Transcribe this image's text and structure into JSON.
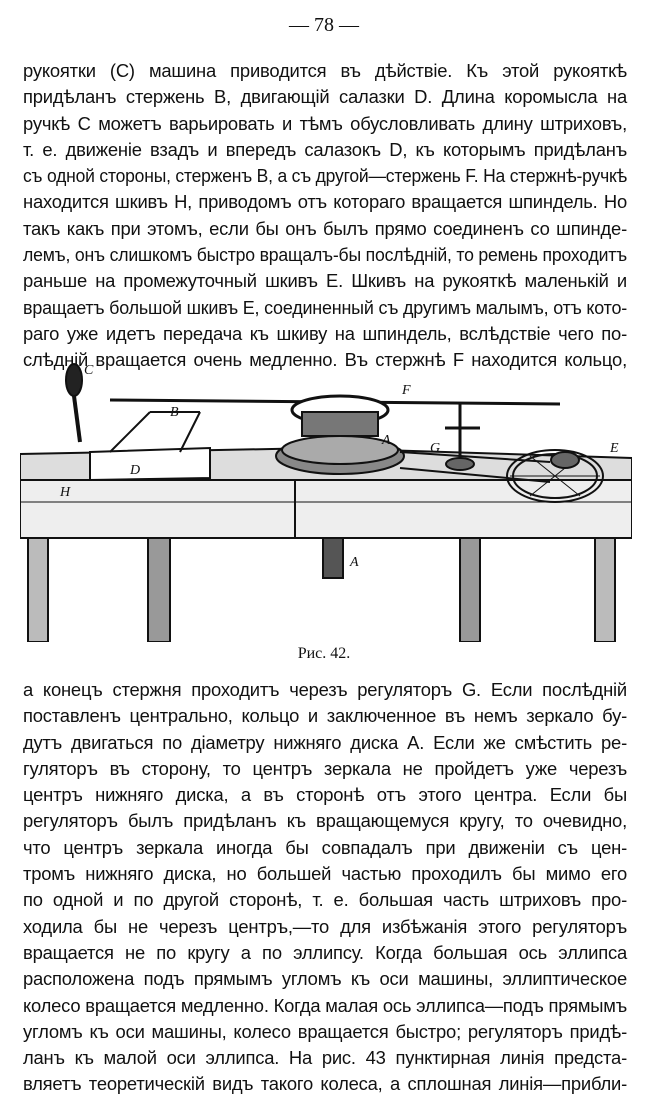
{
  "page_number": "— 78 —",
  "paragraph_1": [
    "рукоятки (С) машина приводится въ дѣйствіе. Къ этой рукояткѣ",
    "придѣланъ стержень В, двигающій салазки D. Длина коромысла на",
    "ручкѣ С можетъ варьировать и тѣмъ обусловливать длину штриховъ,",
    "т. е. движеніе взадъ и впередъ салазокъ D, къ которымъ придѣланъ",
    "съ одной стороны, стерженъ В, а съ другой—стержень F. На стержнѣ-ручкѣ",
    "находится шкивъ Н, приводомъ отъ котораго вращается шпиндель. Но",
    "такъ какъ при этомъ, если бы онъ былъ прямо соединенъ со шпинде-",
    "лемъ, онъ слишкомъ быстро вращалъ-бы послѣдній, то ремень проходитъ",
    "раньше на промежуточный шкивъ Е. Шкивъ на рукояткѣ маленькій и",
    "вращаетъ большой шкивъ Е, соединенный съ другимъ малымъ, отъ кото-",
    "раго уже идетъ передача къ шкиву на шпиндель, вслѣдствіе чего по-",
    "слѣдній вращается очень медленно. Въ стержнѣ F находится кольцо,"
  ],
  "figure": {
    "caption": "Рис. 42.",
    "labels": [
      "C",
      "B",
      "D",
      "H",
      "F",
      "A",
      "G",
      "E",
      "A"
    ]
  },
  "paragraph_2": [
    "а конецъ стержня проходитъ черезъ регуляторъ G. Если послѣдній",
    "поставленъ центрально, кольцо и заключенное въ немъ зеркало бу-",
    "дутъ двигаться по діаметру нижняго диска А. Если же смѣстить ре-",
    "гуляторъ въ сторону, то центръ зеркала не пройдетъ уже черезъ",
    "центръ нижняго диска, а въ сторонѣ отъ этого центра. Если бы",
    "регуляторъ былъ придѣланъ къ вращающемуся кругу, то очевидно,",
    "что центръ зеркала иногда бы совпадалъ при движеніи съ цен-",
    "тромъ нижняго диска, но большей частью проходилъ бы мимо его",
    "по одной и по другой сторонѣ, т. е. большая часть штриховъ про-",
    "ходила бы не черезъ центръ,—то для избѣжанія этого регуляторъ",
    "вращается не по кругу а по эллипсу. Когда большая ось эллипса",
    "расположена подъ прямымъ угломъ къ оси машины, эллиптическое",
    "колесо вращается медленно. Когда малая ось эллипса—подъ прямымъ",
    "угломъ къ оси машины, колесо вращается быстро; регуляторъ придѣ-",
    "ланъ къ малой оси эллипса. На рис. 43 пунктирная линія предста-",
    "вляетъ теоретическій видъ такого колеса, а сплошная линія—прибли-"
  ]
}
